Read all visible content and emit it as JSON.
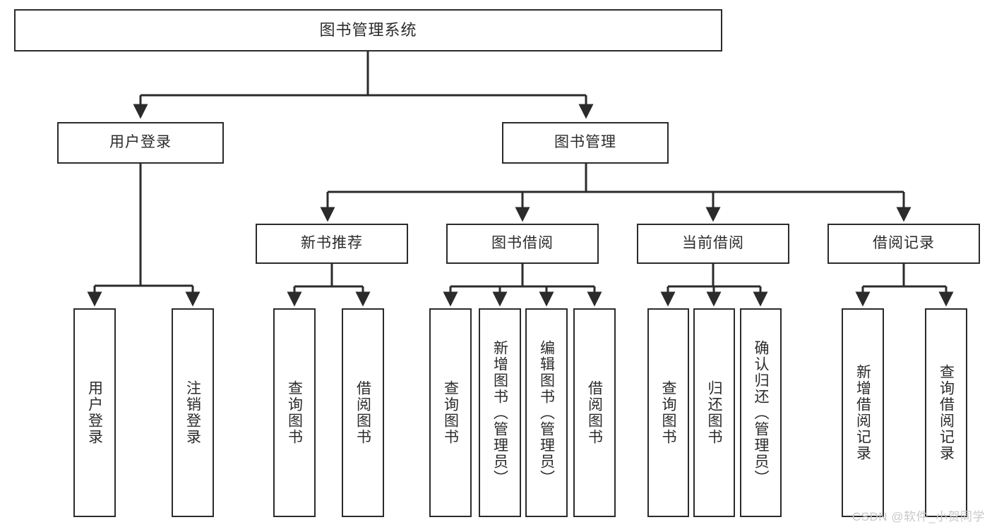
{
  "diagram": {
    "title": "图书管理系统",
    "type": "tree",
    "watermark": "CSDN @软件_小贺同学",
    "colors": {
      "box_border": "#2b2b2b",
      "box_fill": "#ffffff",
      "connector": "#2b2b2b",
      "text": "#2b2b2b",
      "watermark": "#c8c8c8",
      "background": "#ffffff"
    },
    "nodes": {
      "root": {
        "label": "图书管理系统"
      },
      "level2": [
        {
          "label": "用户登录"
        },
        {
          "label": "图书管理"
        }
      ],
      "level3": [
        {
          "label": "新书推荐"
        },
        {
          "label": "图书借阅"
        },
        {
          "label": "当前借阅"
        },
        {
          "label": "借阅记录"
        }
      ],
      "leaves": {
        "user_login": [
          {
            "label": "用户登录"
          },
          {
            "label": "注销登录"
          }
        ],
        "new_book_recommend": [
          {
            "label": "查询图书"
          },
          {
            "label": "借阅图书"
          }
        ],
        "book_borrow": [
          {
            "label": "查询图书"
          },
          {
            "label": "新增图书（管理员）"
          },
          {
            "label": "编辑图书（管理员）"
          },
          {
            "label": "借阅图书"
          }
        ],
        "current_borrow": [
          {
            "label": "查询图书"
          },
          {
            "label": "归还图书"
          },
          {
            "label": "确认归还（管理员）"
          }
        ],
        "borrow_record": [
          {
            "label": "新增借阅记录"
          },
          {
            "label": "查询借阅记录"
          }
        ]
      }
    }
  }
}
